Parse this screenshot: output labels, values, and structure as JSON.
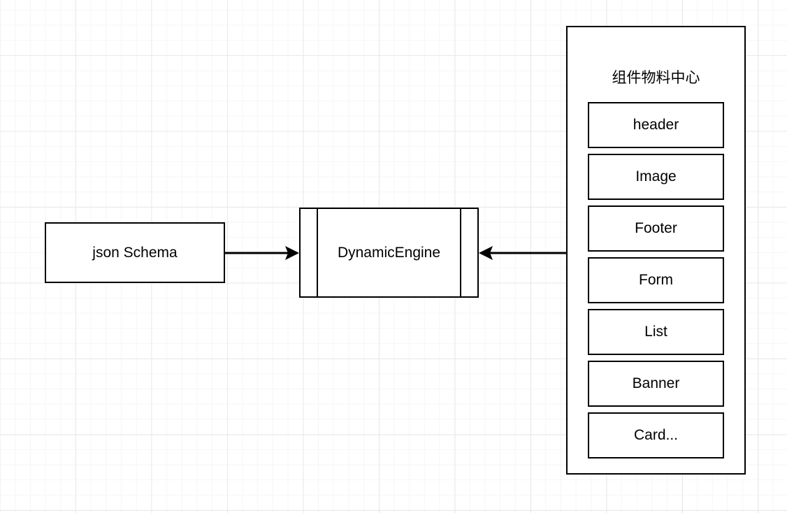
{
  "diagram": {
    "title": "",
    "background": {
      "grid": "true",
      "minor_color": "#f6f6f6",
      "major_color": "#e8e8e8",
      "page_color": "#ffffff"
    },
    "stroke_color": "#000000",
    "nodes": {
      "json_schema": {
        "label": "json Schema"
      },
      "dynamic_engine": {
        "label": "DynamicEngine"
      },
      "material_center": {
        "title": "组件物料中心",
        "items": [
          {
            "label": "header"
          },
          {
            "label": "Image"
          },
          {
            "label": "Footer"
          },
          {
            "label": "Form"
          },
          {
            "label": "List"
          },
          {
            "label": "Banner"
          },
          {
            "label": "Card..."
          }
        ]
      }
    },
    "edges": [
      {
        "from": "json Schema",
        "to": "DynamicEngine",
        "direction": "right",
        "label": ""
      },
      {
        "from": "组件物料中心",
        "to": "DynamicEngine",
        "direction": "left",
        "label": ""
      }
    ]
  }
}
